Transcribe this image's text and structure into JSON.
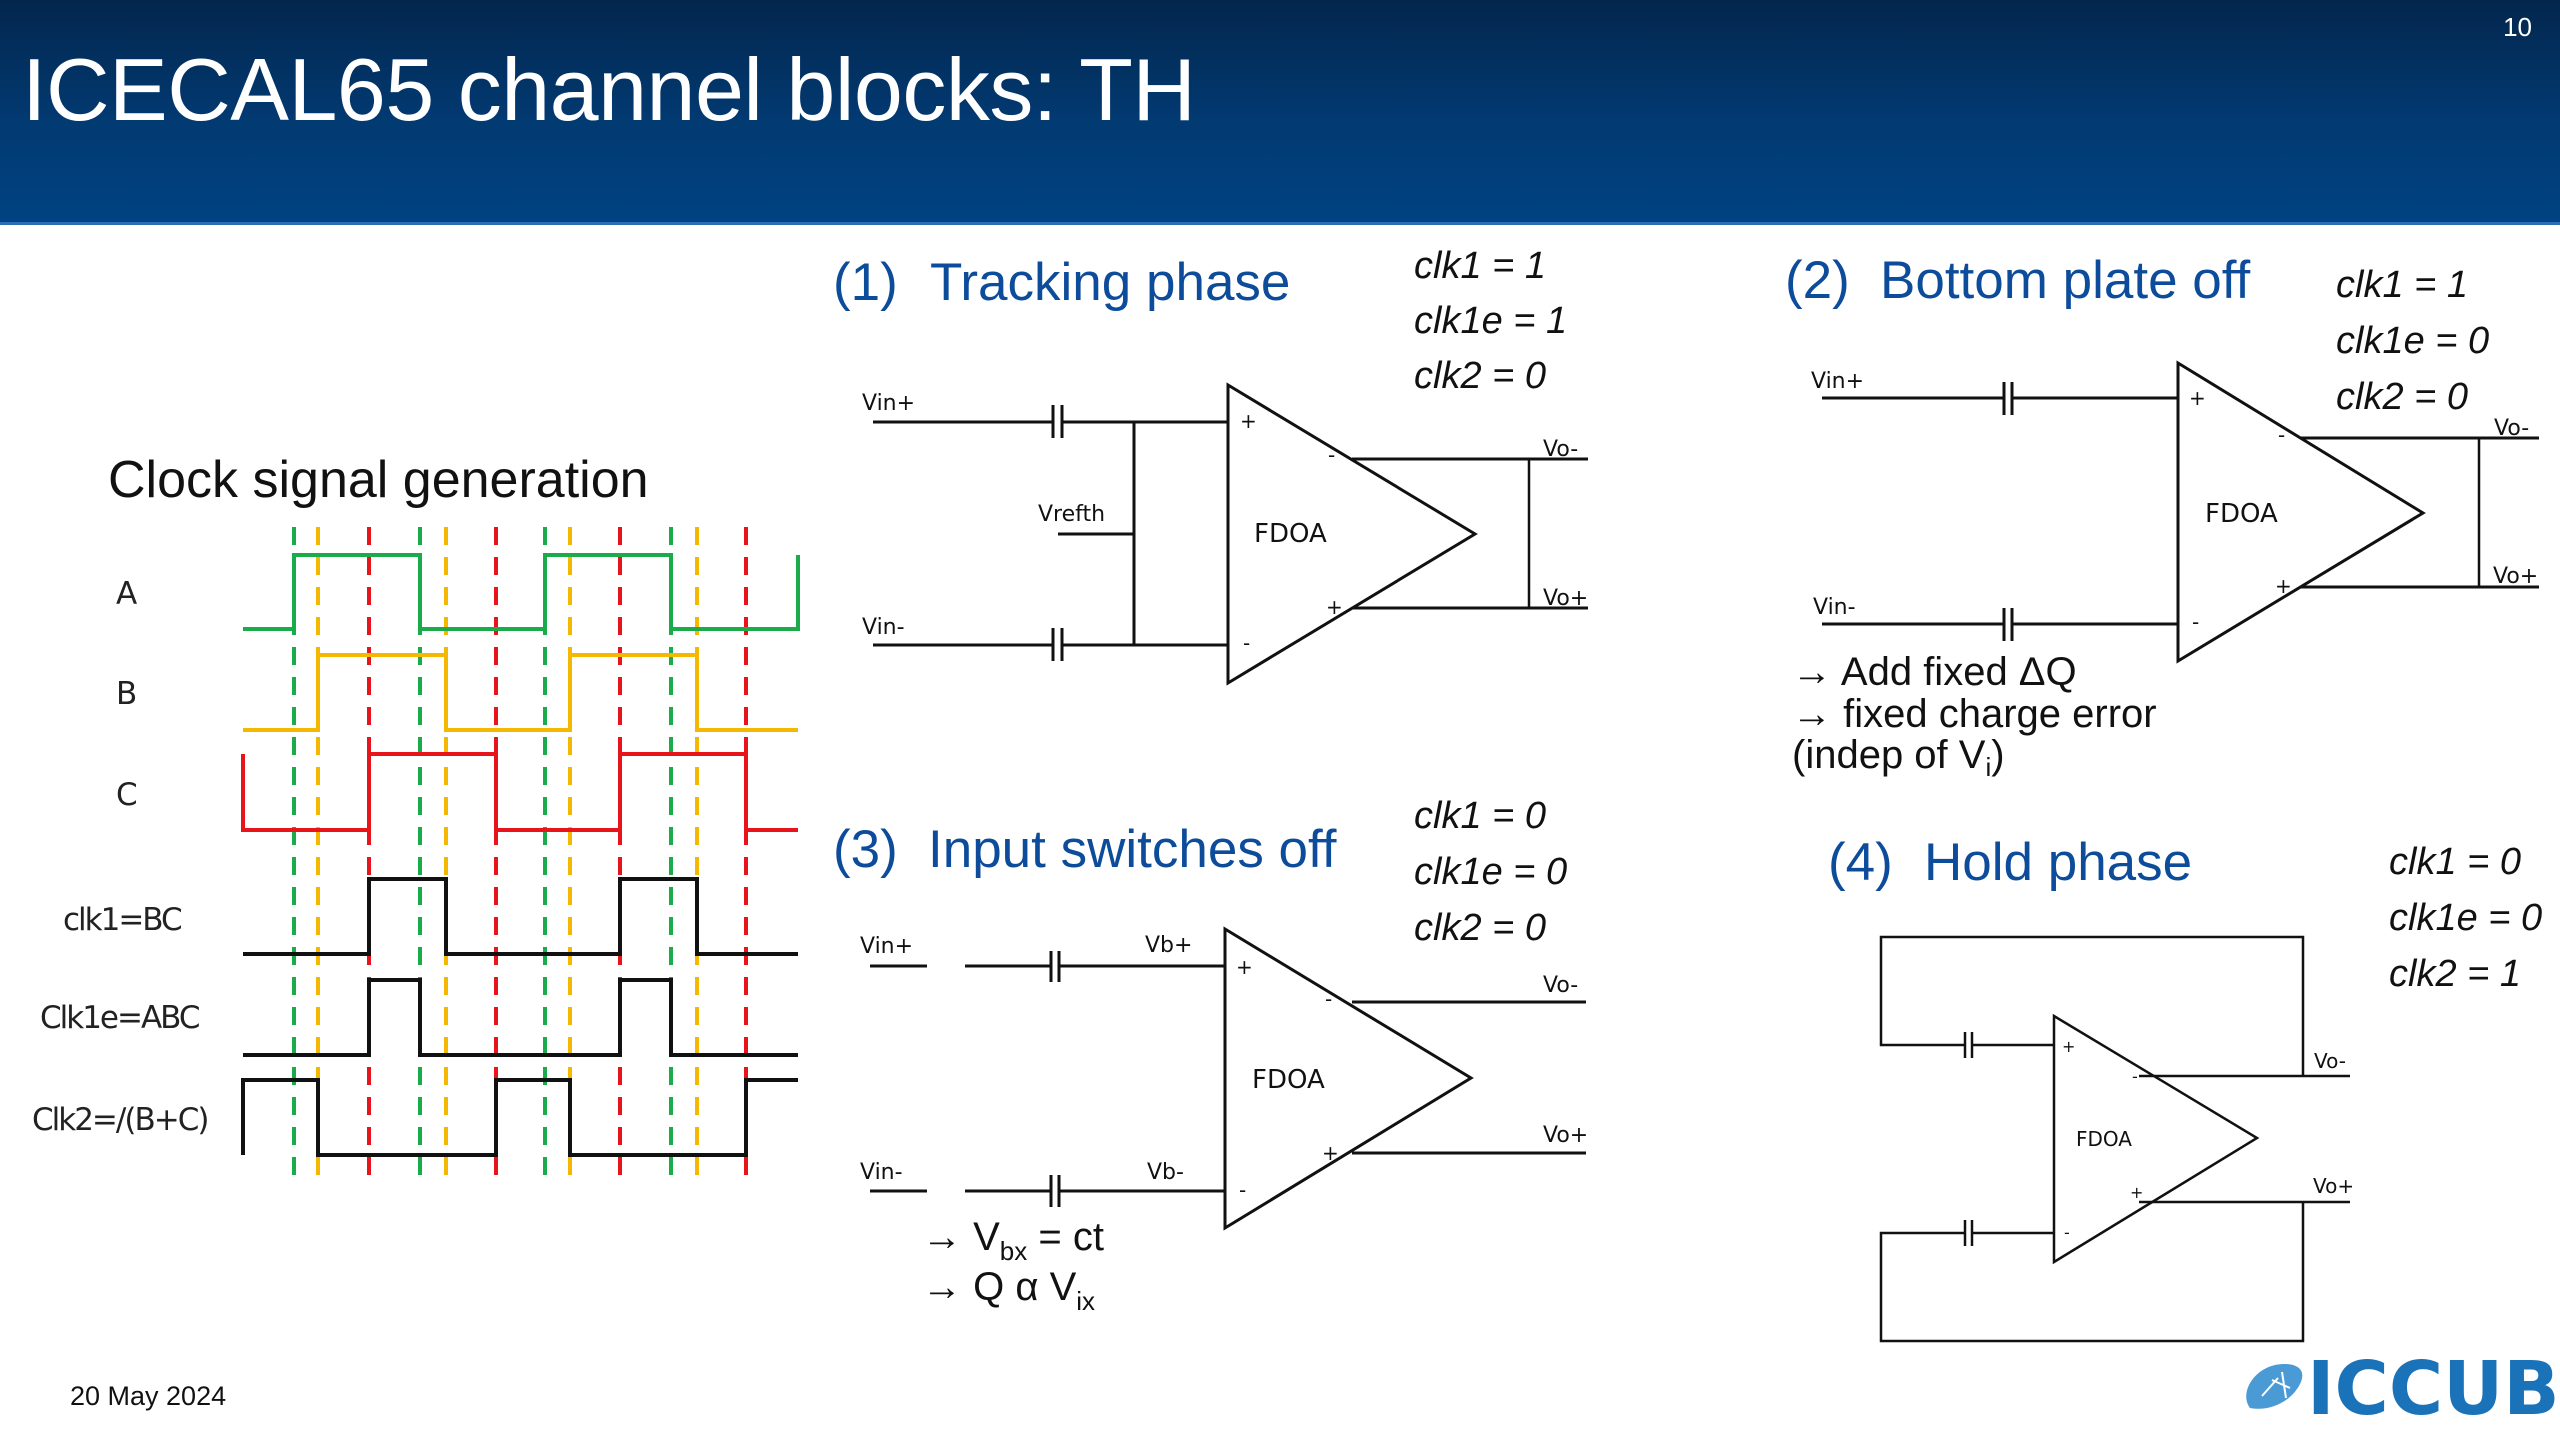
{
  "header": {
    "title": "ICECAL65 channel blocks: TH",
    "page_number": "10"
  },
  "colors": {
    "header_top": "#03264d",
    "header_bottom": "#004282",
    "panel_title": "#0d4c9b",
    "signal_A": "#1aab4a",
    "signal_B": "#f5b800",
    "signal_C": "#e8141b",
    "digital": "#111111",
    "logo": "#1a72b9"
  },
  "clock_diagram": {
    "title": "Clock signal generation",
    "signals": [
      {
        "label": "A",
        "color": "#1aab4a"
      },
      {
        "label": "B",
        "color": "#f5b800"
      },
      {
        "label": "C",
        "color": "#e8141b"
      },
      {
        "label": "clk1=BC",
        "color": "#111111"
      },
      {
        "label": "Clk1e=ABC",
        "color": "#111111"
      },
      {
        "label": "Clk2=/(B+C)",
        "color": "#111111"
      }
    ]
  },
  "panels": {
    "p1": {
      "number": "(1)",
      "title": "Tracking phase",
      "clocks": [
        "clk1 = 1",
        "clk1e = 1",
        "clk2 = 0"
      ],
      "labels": {
        "vin_plus": "Vin+",
        "vin_minus": "Vin-",
        "vref": "Vrefth",
        "amp": "FDOA",
        "vo_minus": "Vo-",
        "vo_plus": "Vo+"
      }
    },
    "p2": {
      "number": "(2)",
      "title": "Bottom plate off",
      "clocks": [
        "clk1 = 1",
        "clk1e = 0",
        "clk2 = 0"
      ],
      "labels": {
        "vin_plus": "Vin+",
        "vin_minus": "Vin-",
        "amp": "FDOA",
        "vo_minus": "Vo-",
        "vo_plus": "Vo+"
      },
      "notes": {
        "line1": "→ Add fixed ΔQ",
        "line2": "→ fixed charge error",
        "line3_main": "(indep of V",
        "line3_sub": "i",
        "line3_end": ")"
      }
    },
    "p3": {
      "number": "(3)",
      "title": "Input switches off",
      "clocks": [
        "clk1 = 0",
        "clk1e = 0",
        "clk2 = 0"
      ],
      "labels": {
        "vin_plus": "Vin+",
        "vin_minus": "Vin-",
        "vb_plus": "Vb+",
        "vb_minus": "Vb-",
        "amp": "FDOA",
        "vo_minus": "Vo-",
        "vo_plus": "Vo+"
      },
      "notes": {
        "line1_main": "→ V",
        "line1_sub": "bx",
        "line1_end": " = ct",
        "line2_main": "→ Q α V",
        "line2_sub": "ix"
      }
    },
    "p4": {
      "number": "(4)",
      "title": "Hold phase",
      "clocks": [
        "clk1 = 0",
        "clk1e = 0",
        "clk2 = 1"
      ],
      "labels": {
        "amp": "FDOA",
        "vo_minus": "Vo-",
        "vo_plus": "Vo+"
      }
    }
  },
  "footer": {
    "date": "20 May 2024",
    "logo_text": "ICCUB",
    "logo_icon": "iccub-swoosh-icon"
  }
}
